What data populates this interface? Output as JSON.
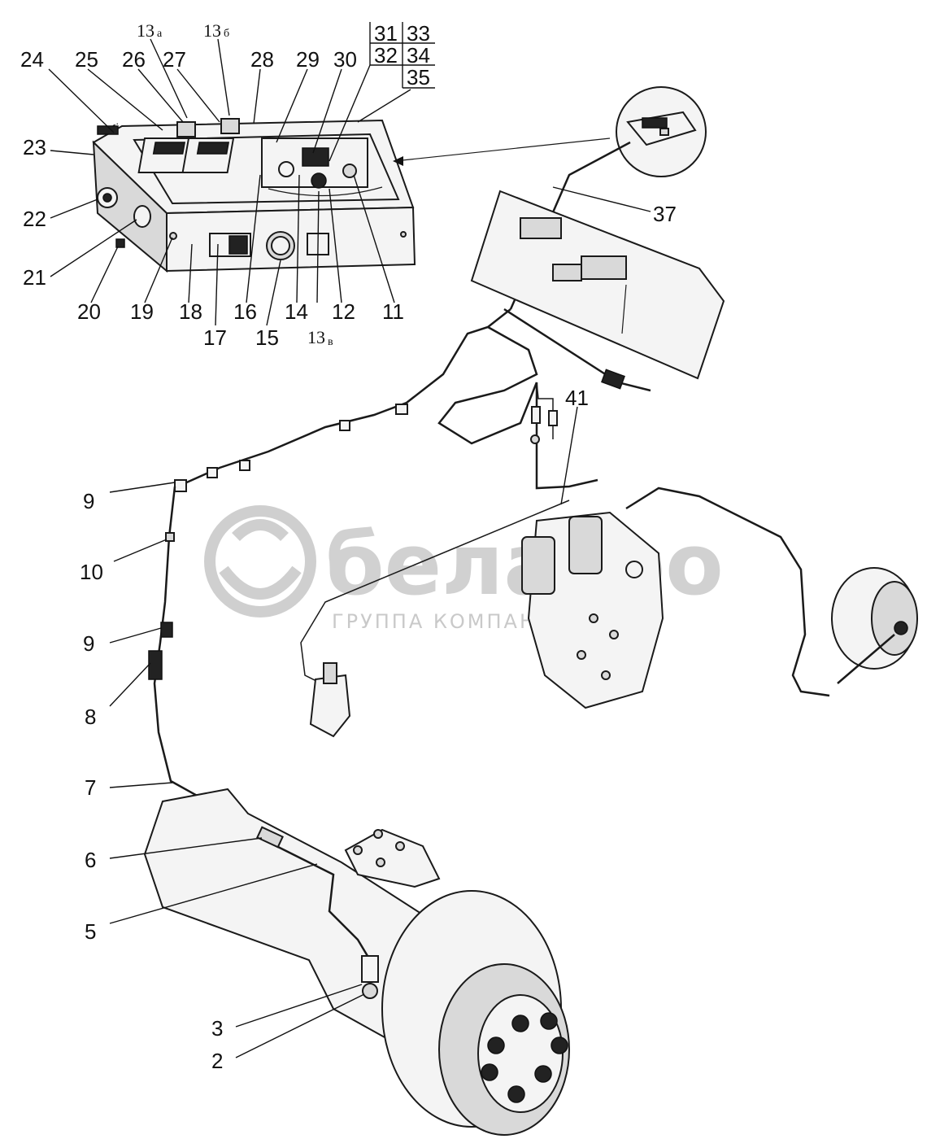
{
  "watermark": {
    "brand": "белагро",
    "subtitle": "ГРУППА КОМПАНИЙ"
  },
  "labels": {
    "l2": "2",
    "l3": "3",
    "l5": "5",
    "l6": "6",
    "l7": "7",
    "l8": "8",
    "l9a": "9",
    "l9b": "9",
    "l10": "10",
    "l11": "11",
    "l12": "12",
    "l13a_num": "13",
    "l13a_sub": "а",
    "l13b_num": "13",
    "l13b_sub": "б",
    "l13v_num": "13",
    "l13v_sub": "в",
    "l14": "14",
    "l15": "15",
    "l16": "16",
    "l17": "17",
    "l18": "18",
    "l19": "19",
    "l20": "20",
    "l21": "21",
    "l22": "22",
    "l23": "23",
    "l24": "24",
    "l25": "25",
    "l26": "26",
    "l27": "27",
    "l28": "28",
    "l29": "29",
    "l30": "30",
    "l31": "31",
    "l32": "32",
    "l33": "33",
    "l34": "34",
    "l35": "35",
    "l37": "37",
    "l41": "41"
  }
}
